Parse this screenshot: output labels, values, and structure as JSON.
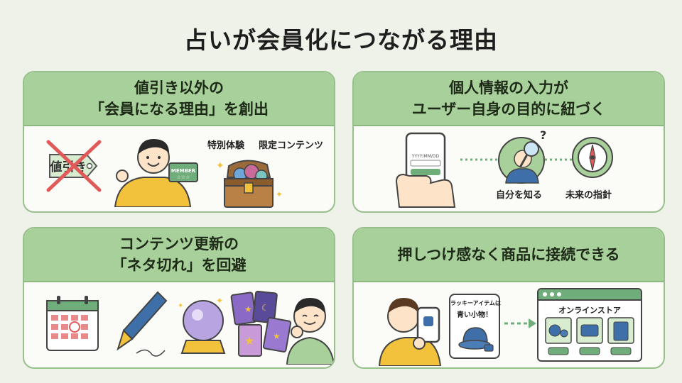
{
  "title": "占いが会員化につながる理由",
  "cards": [
    {
      "heading_line1": "値引き以外の",
      "heading_line2": "「会員になる理由」を創出",
      "tag_text": "値引き",
      "member_card_text": "MEMBER",
      "label_special": "特別体験",
      "label_limited": "限定コンテンツ"
    },
    {
      "heading_line1": "個人情報の入力が",
      "heading_line2": "ユーザー自身の目的に紐づく",
      "input_placeholder": "YYYY/MM/DD",
      "label_self": "自分を知る",
      "label_future": "未来の指針"
    },
    {
      "heading_line1": "コンテンツ更新の",
      "heading_line2": "「ネタ切れ」を回避"
    },
    {
      "heading_line1": "押しつけ感なく商品に接続できる",
      "bubble_line1": "ラッキーアイテムは",
      "bubble_line2": "青い小物！",
      "store_title": "オンラインストア"
    }
  ],
  "colors": {
    "background": "#eef2e8",
    "header_green": "#a8d09a",
    "border_green": "#98c08c",
    "accent_yellow": "#f2c23c",
    "accent_blue": "#3e6fa8"
  }
}
